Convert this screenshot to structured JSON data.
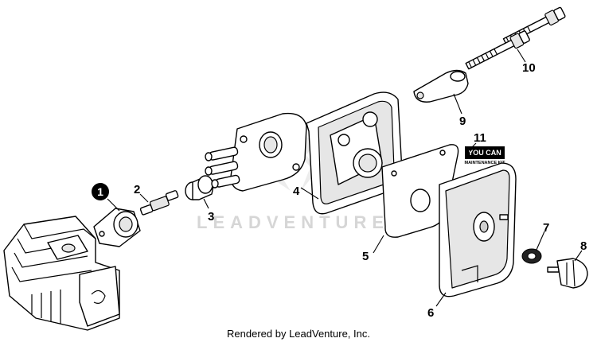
{
  "watermark": {
    "text": "LEADVENTURE"
  },
  "callouts": {
    "c1": "1",
    "c2": "2",
    "c3": "3",
    "c4": "4",
    "c5": "5",
    "c6": "6",
    "c7": "7",
    "c8": "8",
    "c9": "9",
    "c10": "10",
    "c11": "11"
  },
  "badge": {
    "line1": "YOU CAN",
    "line2": "MAINTENANCE KIT"
  },
  "footer": {
    "text": "Rendered by LeadVenture, Inc."
  }
}
